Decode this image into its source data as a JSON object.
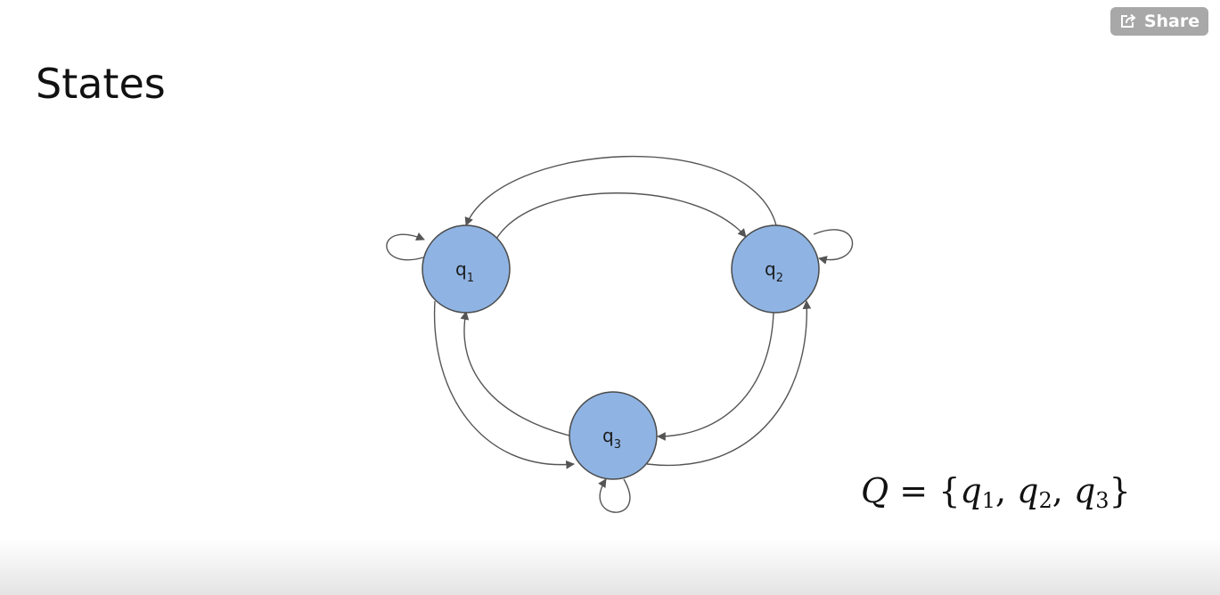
{
  "slide": {
    "title": "States"
  },
  "share": {
    "label": "Share",
    "icon": "share-icon"
  },
  "diagram": {
    "node_fill": "#8fb4e3",
    "node_stroke": "#4a4a4a",
    "edge_color": "#555555",
    "states": [
      {
        "id": "q1",
        "letter": "q",
        "sub": "1"
      },
      {
        "id": "q2",
        "letter": "q",
        "sub": "2"
      },
      {
        "id": "q3",
        "letter": "q",
        "sub": "3"
      }
    ],
    "transitions": [
      {
        "from": "q1",
        "to": "q1"
      },
      {
        "from": "q2",
        "to": "q2"
      },
      {
        "from": "q3",
        "to": "q3"
      },
      {
        "from": "q1",
        "to": "q2"
      },
      {
        "from": "q2",
        "to": "q1"
      },
      {
        "from": "q1",
        "to": "q3"
      },
      {
        "from": "q3",
        "to": "q1"
      },
      {
        "from": "q2",
        "to": "q3"
      },
      {
        "from": "q3",
        "to": "q2"
      }
    ]
  },
  "formula": {
    "lhs": "Q",
    "eq": "=",
    "open": "{",
    "close": "}",
    "sep": ",",
    "items": [
      {
        "letter": "q",
        "sub": "1"
      },
      {
        "letter": "q",
        "sub": "2"
      },
      {
        "letter": "q",
        "sub": "3"
      }
    ]
  }
}
